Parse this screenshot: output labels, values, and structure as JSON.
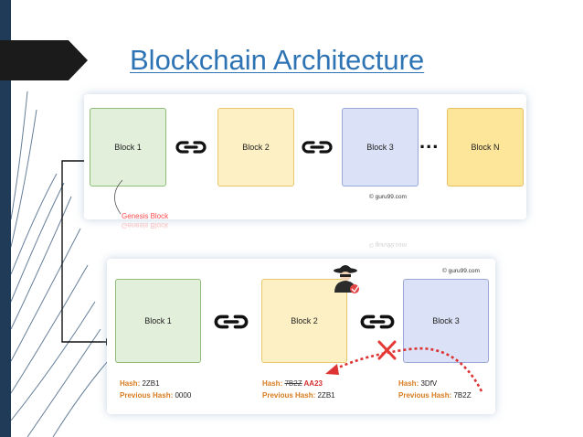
{
  "slide": {
    "title": "Blockchain Architecture"
  },
  "top_diagram": {
    "blocks": [
      "Block 1",
      "Block 2",
      "Block 3",
      "Block N"
    ],
    "ellipsis": "...",
    "genesis_label": "Genesis Block",
    "credit": "© guru99.com"
  },
  "bottom_diagram": {
    "credit": "© guru99.com",
    "blocks": [
      "Block 1",
      "Block 2",
      "Block 3"
    ],
    "block1": {
      "hash_key": "Hash:",
      "hash_value": "2ZB1",
      "prev_key": "Previous Hash:",
      "prev_value": "0000"
    },
    "block2": {
      "hash_key": "Hash:",
      "hash_old": "7B2Z",
      "hash_new": "AA23",
      "prev_key": "Previous Hash:",
      "prev_value": "2ZB1"
    },
    "block3": {
      "hash_key": "Hash:",
      "hash_value": "3DfV",
      "prev_key": "Previous Hash:",
      "prev_value": "7B2Z"
    }
  },
  "colors": {
    "title": "#2e74b5",
    "hash_label": "#d97b1e",
    "tamper_red": "#d32f2f",
    "dark_bar": "#1f3b57"
  },
  "icons": [
    "chain-link-icon",
    "hacker-icon",
    "red-cross-icon",
    "dashed-arrow-icon",
    "connector-arrow-icon"
  ]
}
